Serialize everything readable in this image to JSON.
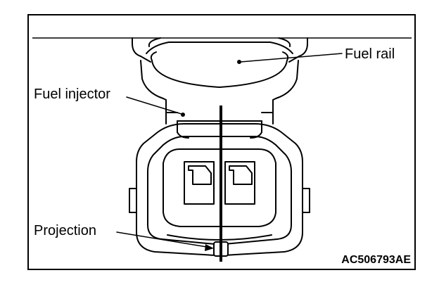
{
  "labels": {
    "fuel_rail": "Fuel rail",
    "fuel_injector": "Fuel injector",
    "projection": "Projection"
  },
  "figure_code": "AC506793AE",
  "colors": {
    "ink": "#000000",
    "paper": "#ffffff"
  }
}
